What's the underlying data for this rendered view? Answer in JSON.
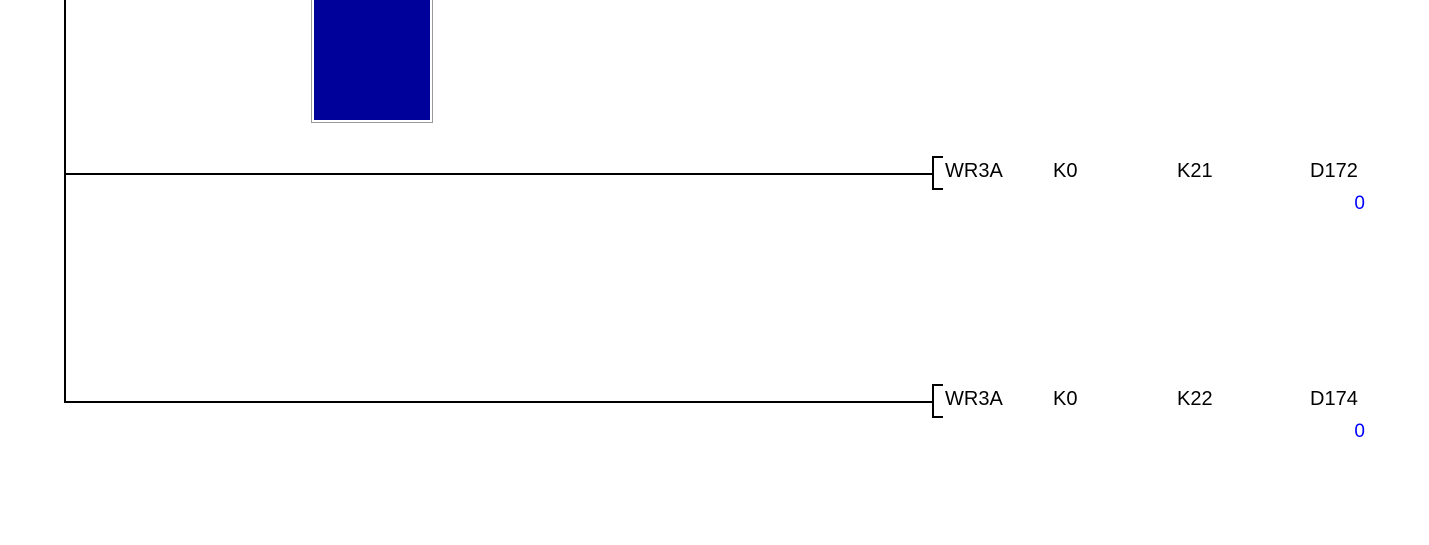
{
  "editor": {
    "name": "ladder-logic-diagram",
    "background_color": "#ffffff",
    "wire_color": "#000000",
    "operand_text_color": "#000000",
    "monitor_value_color": "#0000FF",
    "selection_fill_color": "#00009B"
  },
  "selection": {
    "name": "selection-highlight-block",
    "fill": "#00009B"
  },
  "rungs": [
    {
      "id": "rung-1",
      "instruction": {
        "mnemonic": "WR3A",
        "operands": [
          {
            "label": "K0"
          },
          {
            "label": "K21"
          },
          {
            "label": "D172"
          }
        ],
        "monitor_value": "0"
      }
    },
    {
      "id": "rung-2",
      "instruction": {
        "mnemonic": "WR3A",
        "operands": [
          {
            "label": "K0"
          },
          {
            "label": "K22"
          },
          {
            "label": "D174"
          }
        ],
        "monitor_value": "0"
      }
    }
  ]
}
